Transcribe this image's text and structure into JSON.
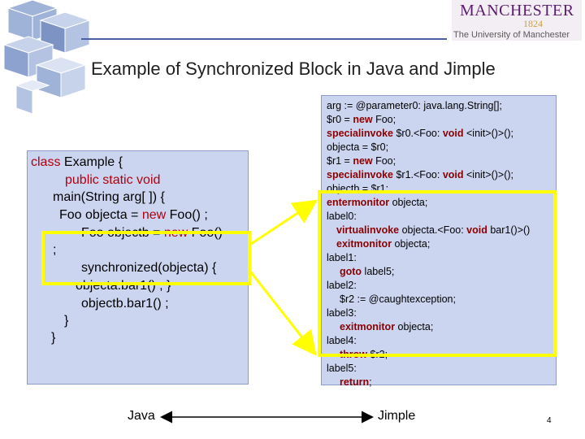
{
  "title": "Example of Synchronized Block in Java and Jimple",
  "logo": {
    "name": "MANCHESTER",
    "year": "1824",
    "university": "The University of Manchester"
  },
  "java": {
    "lines": [
      [
        "class",
        " Example {"
      ],
      [
        "public static void",
        ""
      ],
      [
        "",
        "main(String arg[ ]) {"
      ],
      [
        "",
        "Foo objecta = "
      ],
      [
        "",
        "Foo objectb = "
      ],
      [
        "",
        ";"
      ],
      [
        "",
        "synchronized(objecta) {"
      ],
      [
        "",
        "objecta.bar1() ; }"
      ],
      [
        "",
        "objectb.bar1() ;"
      ],
      [
        "",
        "}"
      ],
      [
        "",
        "}"
      ]
    ],
    "new_kw": "new",
    "foo_ctor": " Foo() ;",
    "foo_ctor2": " Foo()"
  },
  "jimple": {
    "l0": "arg := @parameter0: java.lang.String[];",
    "l1a": "$r0 = ",
    "l1b": "new",
    "l1c": " Foo;",
    "l2a": "specialinvoke",
    "l2b": " $r0.<Foo: ",
    "l2c": "void",
    "l2d": " <init>()>();",
    "l3": "objecta = $r0;",
    "l4a": "$r1 = ",
    "l4b": "new",
    "l4c": " Foo;",
    "l5a": "specialinvoke",
    "l5b": " $r1.<Foo: ",
    "l5c": "void",
    "l5d": " <init>()>();",
    "l6": "objectb = $r1;",
    "l7a": "entermonitor",
    "l7b": " objecta;",
    "l8": "label0:",
    "l9a": "virtualinvoke",
    "l9b": " objecta.<Foo: ",
    "l9c": "void",
    "l9d": " bar1()>()",
    "l10a": "exitmonitor",
    "l10b": " objecta;",
    "l11": "label1:",
    "l12a": "goto",
    "l12b": " label5;",
    "l13": "label2:",
    "l14": "$r2 := @caughtexception;",
    "l15": "label3:",
    "l16a": "exitmonitor",
    "l16b": " objecta;",
    "l17": "label4:",
    "l18a": "throw",
    "l18b": " $r2;",
    "l19": "label5:",
    "l20a": "return",
    "l20b": ";"
  },
  "labels": {
    "java": "Java",
    "jimple": "Jimple"
  },
  "page_number": "4",
  "colors": {
    "highlight": "#ffff00",
    "box": "#ccd5f0",
    "keyword": "#b0000e"
  }
}
